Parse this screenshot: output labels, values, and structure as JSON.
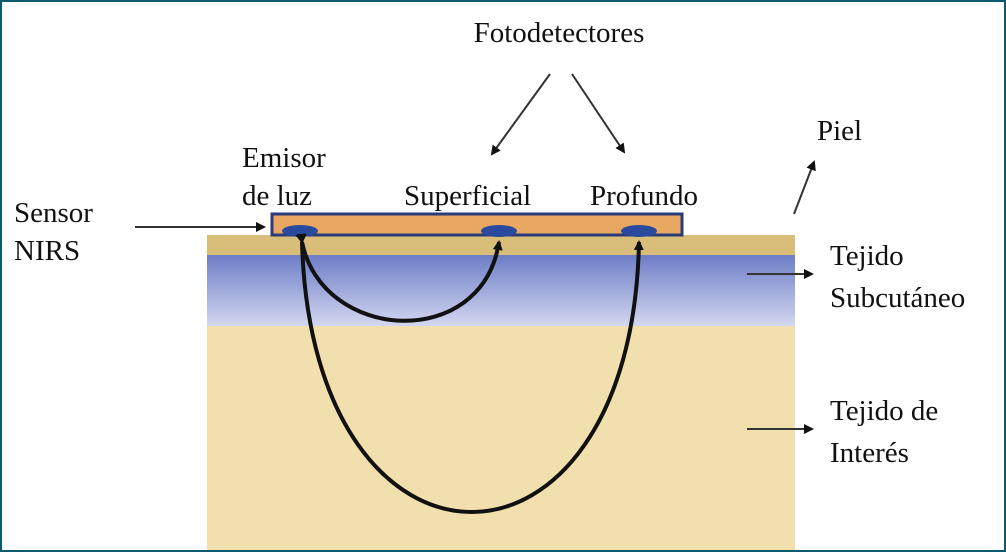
{
  "title": "Fotodetectores",
  "labels": {
    "piel": "Piel",
    "emisor_line1": "Emisor",
    "emisor_line2": "de luz",
    "superficial": "Superficial",
    "profundo": "Profundo",
    "sensor_line1": "Sensor",
    "sensor_line2": "NIRS",
    "subcutaneo_line1": "Tejido",
    "subcutaneo_line2": "Subcutáneo",
    "interes_line1": "Tejido de",
    "interes_line2": "Interés"
  },
  "colors": {
    "frame": "#0b5b70",
    "skin": "#d8be78",
    "subcutaneous_top": "#6b7cc6",
    "subcutaneous_bottom": "#cdd2ef",
    "tissue": "#f1e0ae",
    "sensor": "#e9a862",
    "sensor_border": "#2b3a78",
    "detector": "#2a4a9e",
    "path": "#111111"
  }
}
